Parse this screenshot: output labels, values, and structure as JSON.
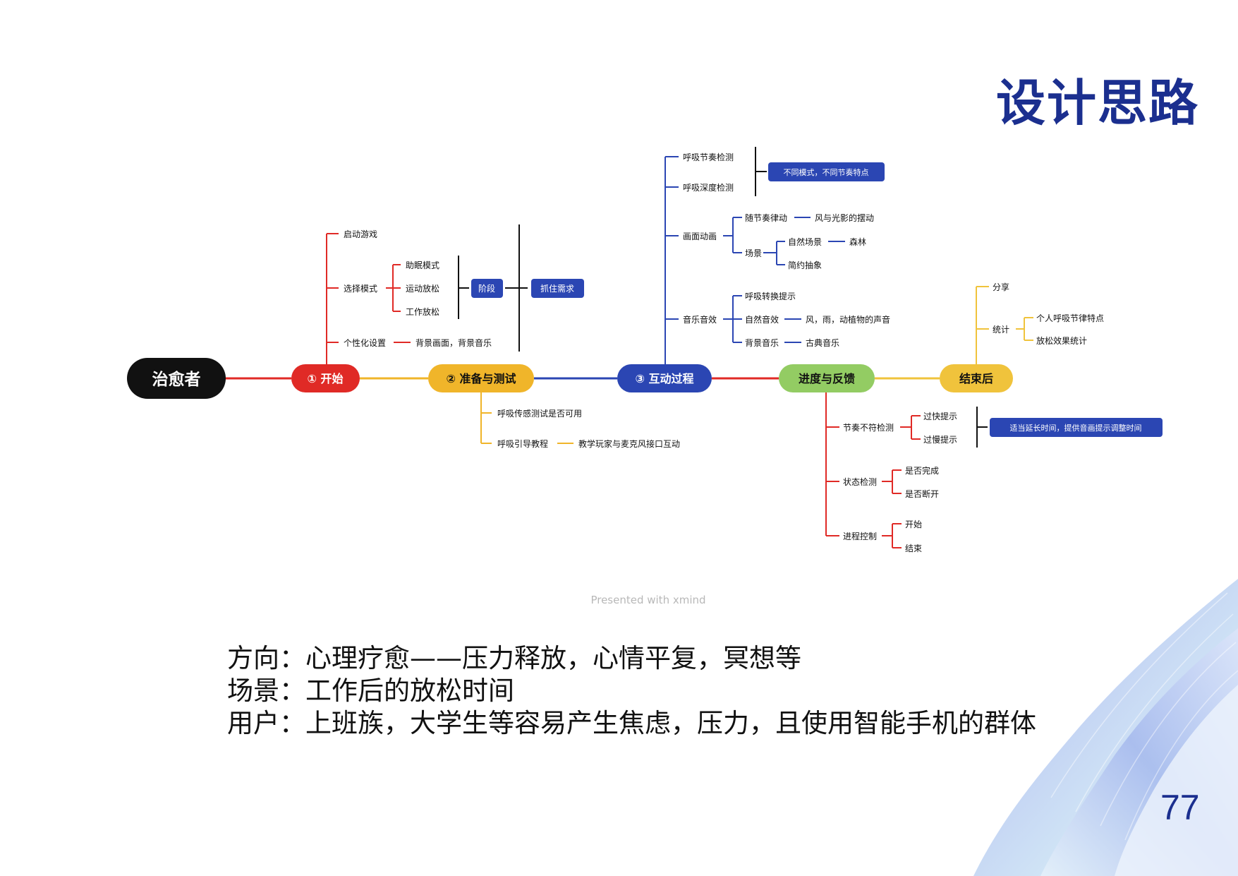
{
  "title": "设计思路",
  "page_number": "77",
  "watermark": "Presented with xmind",
  "body_lines": [
    "方向：心理疗愈——压力释放，心情平复，冥想等",
    "场景：工作后的放松时间",
    "用户：上班族，大学生等容易产生焦虑，压力，且使用智能手机的群体"
  ],
  "colors": {
    "title": "#1b2f8f",
    "root": "#111111",
    "start": "#e02a26",
    "prepare": "#f0b52a",
    "interact": "#2b46b3",
    "progress": "#93cc63",
    "end": "#f0c33c",
    "tag": "#2b46b3"
  },
  "mindmap": {
    "root": "治愈者",
    "start": {
      "label": "① 开始",
      "launch": "启动游戏",
      "select_mode": "选择模式",
      "modes": [
        "助眠模式",
        "运动放松",
        "工作放松"
      ],
      "stage_tag": "阶段",
      "need_tag": "抓住需求",
      "personal": "个性化设置",
      "personal_detail": "背景画面，背景音乐"
    },
    "prepare": {
      "label": "② 准备与测试",
      "sensor_test": "呼吸传感测试是否可用",
      "guide": "呼吸引导教程",
      "guide_detail": "教学玩家与麦克风接口互动"
    },
    "interact": {
      "label": "③ 互动过程",
      "rhythm_detect": "呼吸节奏检测",
      "depth_detect": "呼吸深度检测",
      "detect_tag": "不同模式，不同节奏特点",
      "animation": "画面动画",
      "follow_rhythm": "随节奏律动",
      "follow_detail": "风与光影的摆动",
      "scene": "场景",
      "natural_scene": "自然场景",
      "natural_detail": "森林",
      "abstract": "简约抽象",
      "sound": "音乐音效",
      "breath_hint": "呼吸转换提示",
      "nature_sound": "自然音效",
      "nature_detail": "风，雨，动植物的声音",
      "bgm": "背景音乐",
      "bgm_detail": "古典音乐"
    },
    "progress": {
      "label": "进度与反馈",
      "rhythm_mismatch": "节奏不符检测",
      "too_fast": "过快提示",
      "too_slow": "过慢提示",
      "mismatch_tag": "适当延长时间，提供音画提示调整时间",
      "state_detect": "状态检测",
      "complete": "是否完成",
      "disconnect": "是否断开",
      "control": "进程控制",
      "begin": "开始",
      "finish": "结束"
    },
    "end": {
      "label": "结束后",
      "share": "分享",
      "stats": "统计",
      "personal_rhythm": "个人呼吸节律特点",
      "relax_stats": "放松效果统计"
    }
  }
}
